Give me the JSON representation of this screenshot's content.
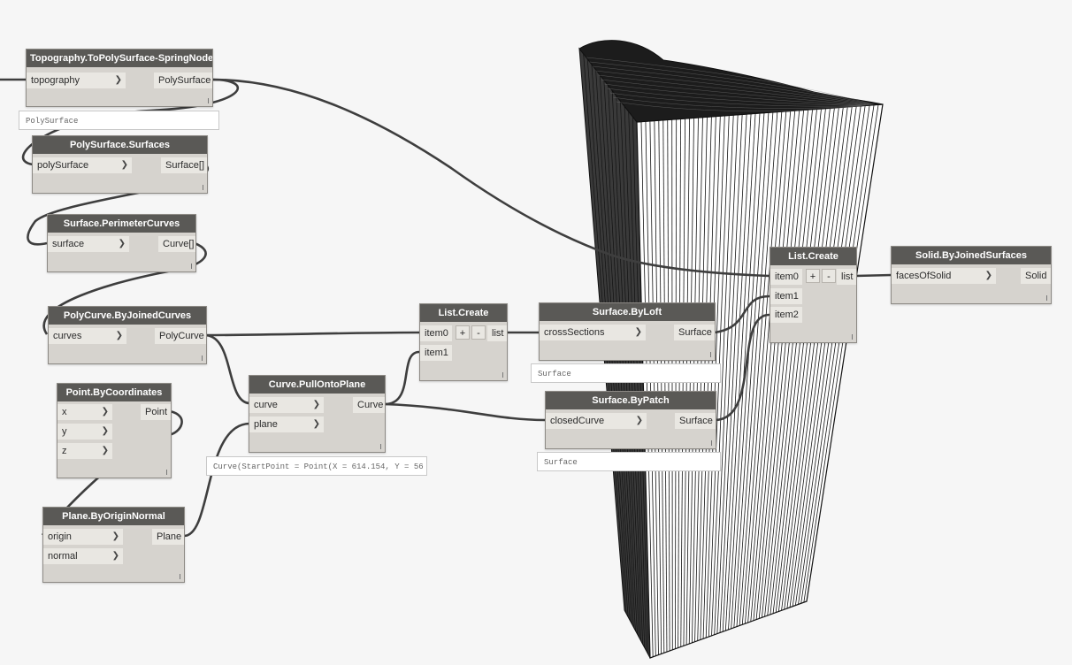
{
  "nodes": {
    "topo": {
      "title": "Topography.ToPolySurface-SpringNodes",
      "input": "topography",
      "output": "PolySurface",
      "preview": "PolySurface"
    },
    "polysurf": {
      "title": "PolySurface.Surfaces",
      "input": "polySurface",
      "output": "Surface[]"
    },
    "perim": {
      "title": "Surface.PerimeterCurves",
      "input": "surface",
      "output": "Curve[]"
    },
    "polycurve": {
      "title": "PolyCurve.ByJoinedCurves",
      "input": "curves",
      "output": "PolyCurve"
    },
    "point": {
      "title": "Point.ByCoordinates",
      "inputs": [
        "x",
        "y",
        "z"
      ],
      "output": "Point"
    },
    "plane": {
      "title": "Plane.ByOriginNormal",
      "inputs": [
        "origin",
        "normal"
      ],
      "output": "Plane"
    },
    "pull": {
      "title": "Curve.PullOntoPlane",
      "inputs": [
        "curve",
        "plane"
      ],
      "output": "Curve",
      "preview": "Curve(StartPoint = Point(X = 614.154, Y = 56"
    },
    "list1": {
      "title": "List.Create",
      "inputs": [
        "item0",
        "item1"
      ],
      "output": "list",
      "plus": "+",
      "minus": "-"
    },
    "loft": {
      "title": "Surface.ByLoft",
      "input": "crossSections",
      "output": "Surface",
      "preview": "Surface"
    },
    "patch": {
      "title": "Surface.ByPatch",
      "input": "closedCurve",
      "output": "Surface",
      "preview": "Surface"
    },
    "list2": {
      "title": "List.Create",
      "inputs": [
        "item0",
        "item1",
        "item2"
      ],
      "output": "list",
      "plus": "+",
      "minus": "-"
    },
    "solid": {
      "title": "Solid.ByJoinedSurfaces",
      "input": "facesOfSolid",
      "output": "Solid"
    }
  },
  "icons": {
    "port_arrow": "chevron-right-icon",
    "resize": "resize-grip-icon"
  },
  "colors": {
    "canvas": "#f6f6f6",
    "node_header": "#5a5956",
    "node_body": "#d6d3ce",
    "wire": "#3e3e3e",
    "geometry_face": "#ffffff",
    "geometry_lines": "#111111"
  }
}
